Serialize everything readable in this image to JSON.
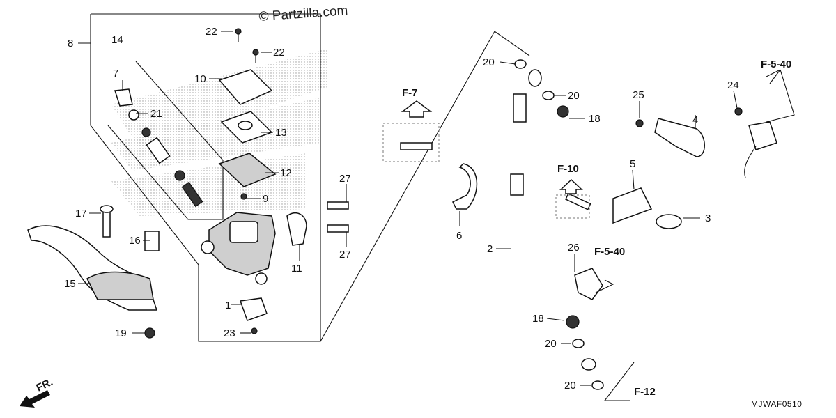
{
  "watermark": "© Partzilla.com",
  "diagram_code": "MJWAF0510",
  "front_marker": "FR.",
  "callouts": [
    {
      "id": "1",
      "text": "1"
    },
    {
      "id": "2",
      "text": "2"
    },
    {
      "id": "3",
      "text": "3"
    },
    {
      "id": "4",
      "text": "4"
    },
    {
      "id": "5",
      "text": "5"
    },
    {
      "id": "6",
      "text": "6"
    },
    {
      "id": "7",
      "text": "7"
    },
    {
      "id": "8",
      "text": "8"
    },
    {
      "id": "9",
      "text": "9"
    },
    {
      "id": "10",
      "text": "10"
    },
    {
      "id": "11",
      "text": "11"
    },
    {
      "id": "12",
      "text": "12"
    },
    {
      "id": "13",
      "text": "13"
    },
    {
      "id": "14",
      "text": "14"
    },
    {
      "id": "15",
      "text": "15"
    },
    {
      "id": "16",
      "text": "16"
    },
    {
      "id": "17",
      "text": "17"
    },
    {
      "id": "18a",
      "text": "18"
    },
    {
      "id": "18b",
      "text": "18"
    },
    {
      "id": "19",
      "text": "19"
    },
    {
      "id": "20a",
      "text": "20"
    },
    {
      "id": "20b",
      "text": "20"
    },
    {
      "id": "20c",
      "text": "20"
    },
    {
      "id": "20d",
      "text": "20"
    },
    {
      "id": "21",
      "text": "21"
    },
    {
      "id": "22a",
      "text": "22"
    },
    {
      "id": "22b",
      "text": "22"
    },
    {
      "id": "23",
      "text": "23"
    },
    {
      "id": "24",
      "text": "24"
    },
    {
      "id": "25",
      "text": "25"
    },
    {
      "id": "26",
      "text": "26"
    },
    {
      "id": "27a",
      "text": "27"
    },
    {
      "id": "27b",
      "text": "27"
    }
  ],
  "references": [
    {
      "id": "f7",
      "text": "F-7"
    },
    {
      "id": "f10",
      "text": "F-10"
    },
    {
      "id": "f540a",
      "text": "F-5-40"
    },
    {
      "id": "f540b",
      "text": "F-5-40"
    },
    {
      "id": "f12",
      "text": "F-12"
    }
  ]
}
